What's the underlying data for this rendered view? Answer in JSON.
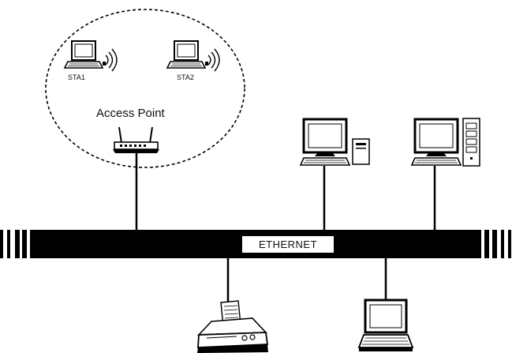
{
  "labels": {
    "sta1": "STA1",
    "sta2": "STA2",
    "access_point": "Access Point",
    "ethernet": "ETHERNET"
  },
  "colors": {
    "ink": "#000000",
    "background": "#ffffff"
  },
  "icons": {
    "station": "wireless-laptop-icon",
    "access_point": "wireless-router-icon",
    "desktop": "desktop-computer-icon",
    "printer": "printer-icon",
    "laptop": "laptop-icon"
  }
}
